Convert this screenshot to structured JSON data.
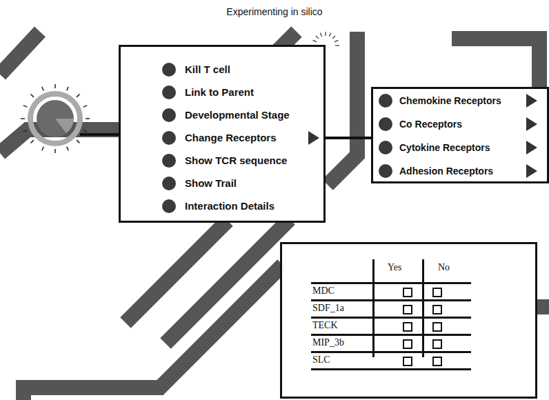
{
  "diagram": {
    "title": "Experimenting in silico",
    "nodes": [
      {
        "text": [
          "Kill T cell",
          "Link to Parent",
          "Developmental Stage",
          "Change Receptors",
          "Show TCR sequence",
          "Show Trail",
          "Interaction Details"
        ]
      },
      {
        "text": [
          "Chemokine Receptors",
          "Co Receptors",
          "Cytokine Receptors",
          "Adhesion Receptors"
        ]
      },
      {
        "text": [
          "Yes",
          "No",
          "MDC",
          "SDF_1a",
          "TECK",
          "MIP_3b",
          "SLC"
        ]
      }
    ],
    "edges": [
      {
        "from": 0,
        "to": 1,
        "arrow": "none"
      }
    ]
  }
}
